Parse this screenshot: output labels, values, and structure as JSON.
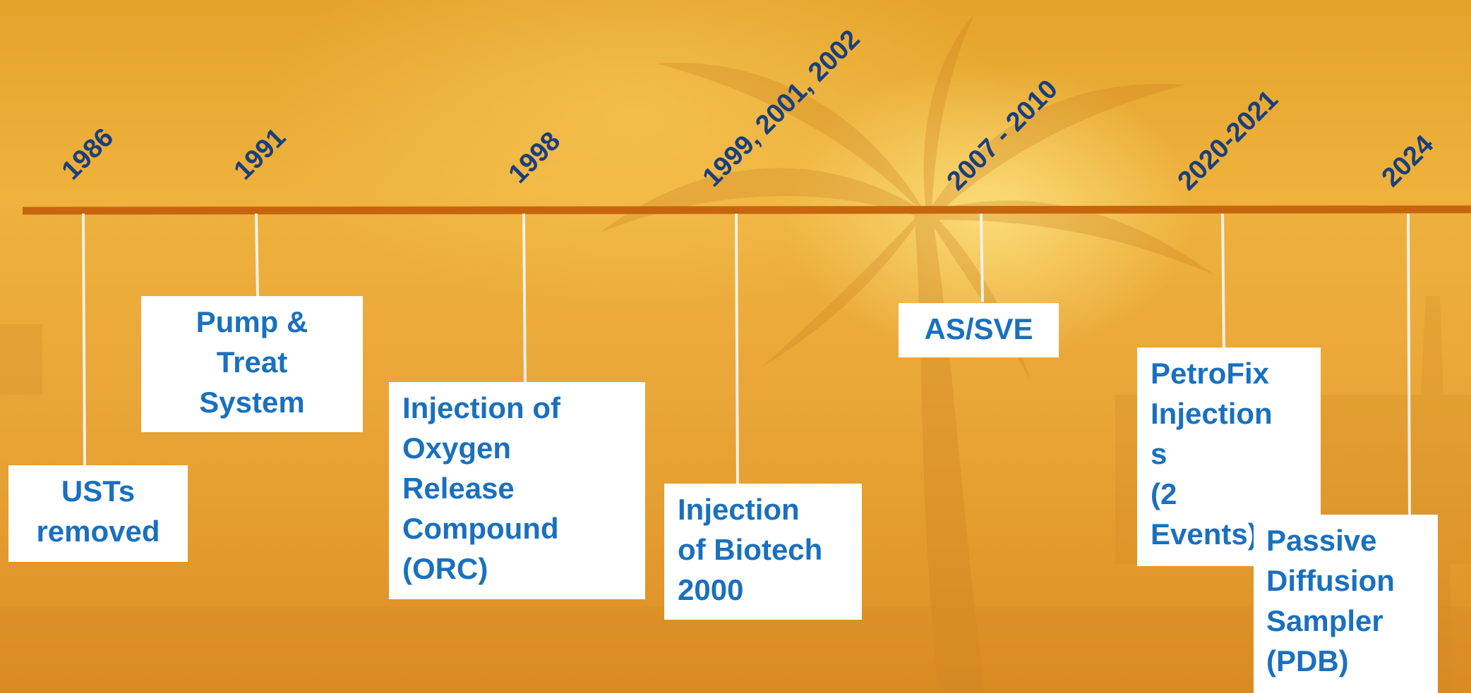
{
  "colors": {
    "timeline_axis": "#c7650f",
    "connector": "#f4f1e8",
    "year_text": "#1a3f7c",
    "event_text": "#1a70be",
    "box_fill": "#ffffff",
    "background": "#e8a835"
  },
  "timeline": {
    "events": [
      {
        "year": "1986",
        "label": "USTs\nremoved"
      },
      {
        "year": "1991",
        "label": "Pump &\nTreat\nSystem"
      },
      {
        "year": "1998",
        "label": "Injection of\nOxygen\nRelease\nCompound\n(ORC)"
      },
      {
        "year": "1999, 2001, 2002",
        "label": "Injection\nof Biotech\n2000"
      },
      {
        "year": "2007 - 2010",
        "label": "AS/SVE"
      },
      {
        "year": "2020-2021",
        "label": "PetroFix\nInjection\ns\n(2\nEvents)"
      },
      {
        "year": "2024",
        "label": "Passive\nDiffusion\nSampler\n(PDB)"
      }
    ]
  }
}
